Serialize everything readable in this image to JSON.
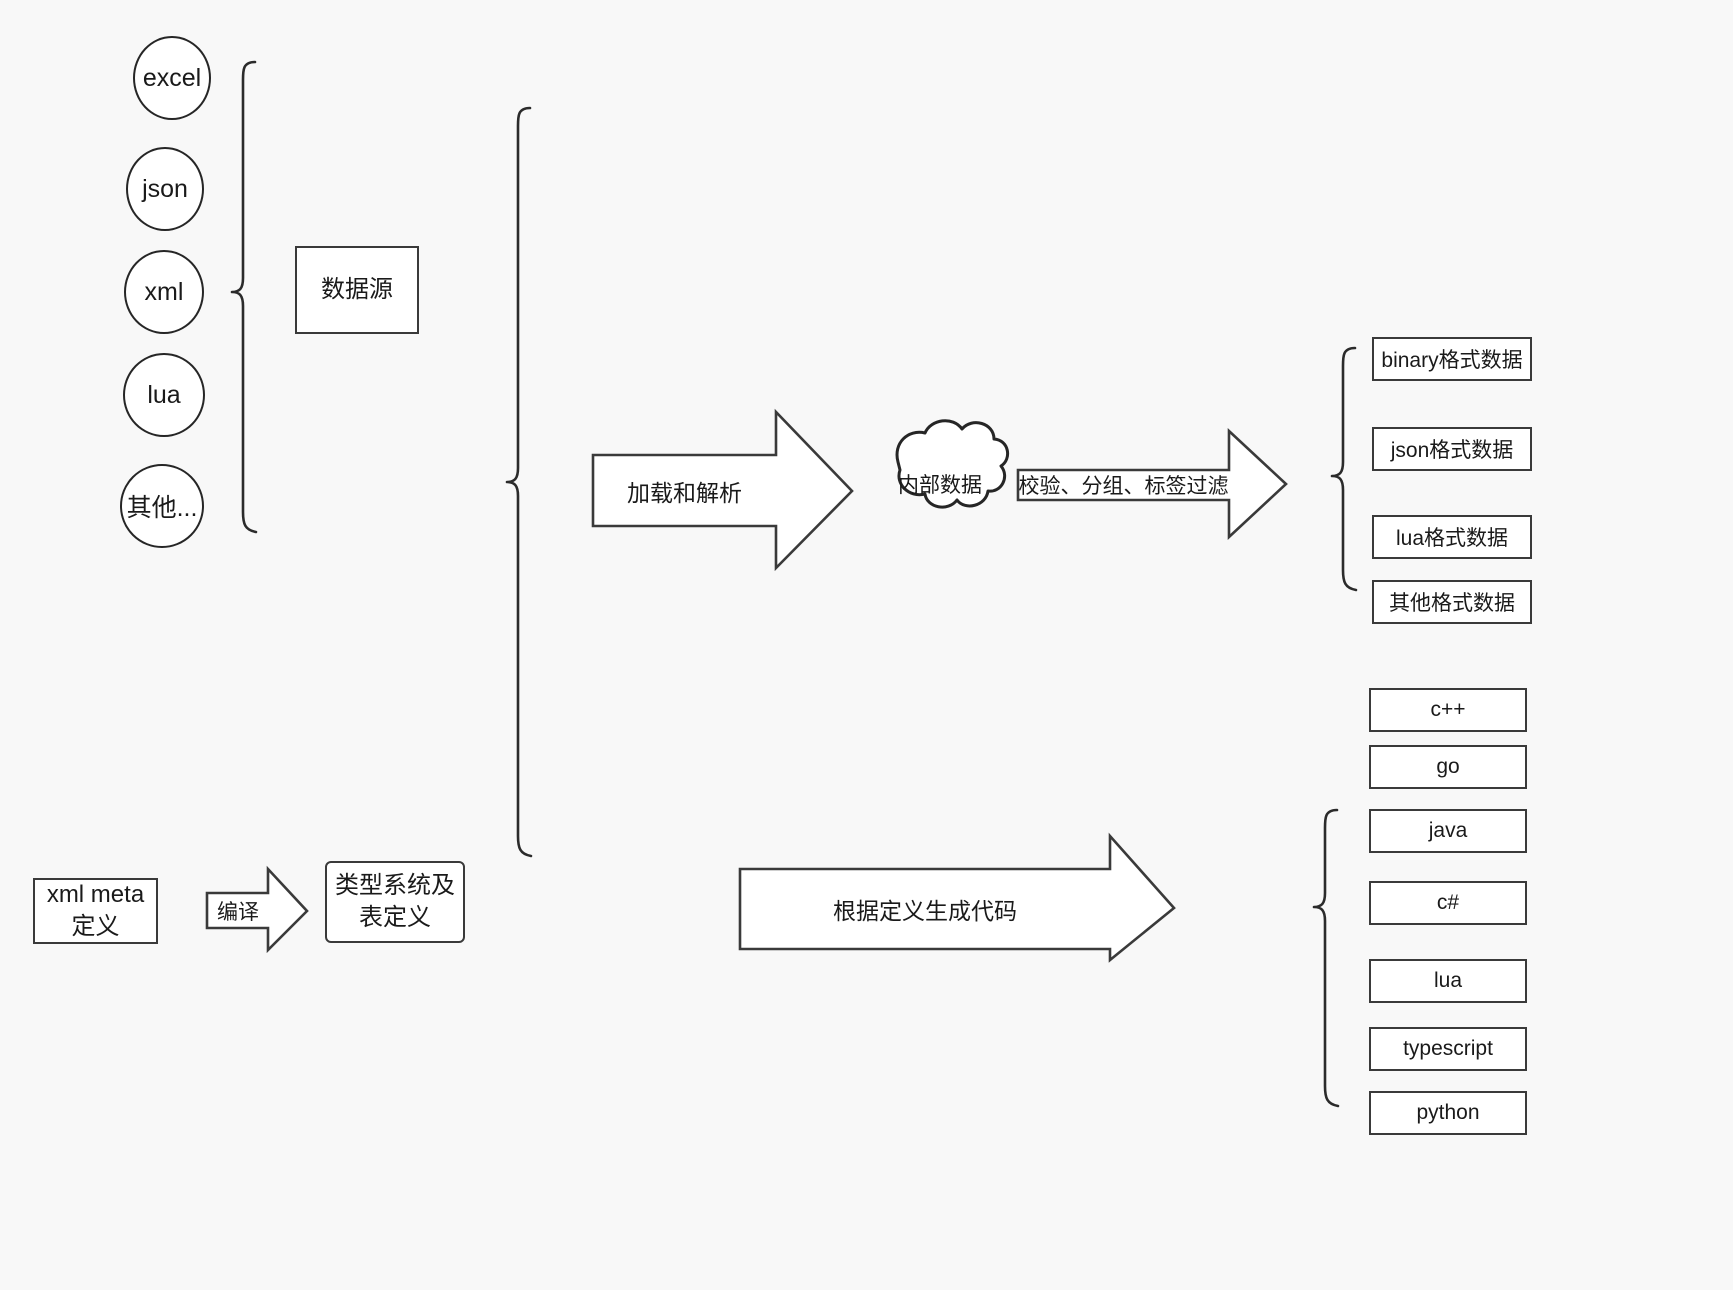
{
  "diagram": {
    "title": "data pipeline diagram",
    "background_color": "#f8f8f8",
    "stroke_color": "#2b2b2b",
    "fill_color": "#ffffff"
  },
  "sources": {
    "items": [
      {
        "label": "excel"
      },
      {
        "label": "json"
      },
      {
        "label": "xml"
      },
      {
        "label": "lua"
      },
      {
        "label": "其他..."
      }
    ],
    "group_label": "数据源"
  },
  "meta": {
    "definition_label": "xml meta定义",
    "compile_label": "编译",
    "type_system_label": "类型系统及表定义"
  },
  "pipeline": {
    "load_parse_label": "加载和解析",
    "internal_data_label": "内部数据",
    "validate_label": "校验、分组、标签过滤",
    "codegen_label": "根据定义生成代码"
  },
  "outputs": {
    "formats": [
      {
        "label": "binary格式数据"
      },
      {
        "label": "json格式数据"
      },
      {
        "label": "lua格式数据"
      },
      {
        "label": "其他格式数据"
      }
    ],
    "languages": [
      {
        "label": "c++"
      },
      {
        "label": "go"
      },
      {
        "label": "java"
      },
      {
        "label": "c#"
      },
      {
        "label": "lua"
      },
      {
        "label": "typescript"
      },
      {
        "label": "python"
      }
    ]
  }
}
